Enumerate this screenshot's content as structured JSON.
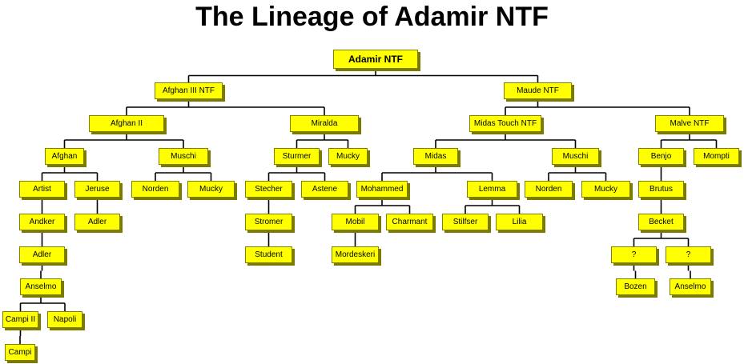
{
  "title": "The Lineage of Adamir NTF",
  "colors": {
    "box_fill": "#ffff00",
    "box_border": "#808000",
    "box_shadow": "#7a7a00",
    "lines": "#000000"
  },
  "tree": {
    "id": "adamir-ntf",
    "label": "Adamir NTF",
    "children": [
      {
        "id": "afghan-iii-ntf",
        "label": "Afghan III NTF",
        "children": [
          {
            "id": "afghan-ii",
            "label": "Afghan II",
            "children": [
              {
                "id": "afghan",
                "label": "Afghan",
                "children": [
                  {
                    "id": "artist",
                    "label": "Artist",
                    "children": [
                      {
                        "id": "andker",
                        "label": "Andker",
                        "children": [
                          {
                            "id": "adler-1",
                            "label": "Adler",
                            "children": [
                              {
                                "id": "anselmo-1",
                                "label": "Anselmo",
                                "children": [
                                  {
                                    "id": "campi-ii",
                                    "label": "Campi II",
                                    "children": [
                                      {
                                        "id": "campi",
                                        "label": "Campi",
                                        "children": []
                                      }
                                    ]
                                  },
                                  {
                                    "id": "napoli",
                                    "label": "Napoli",
                                    "children": []
                                  }
                                ]
                              }
                            ]
                          }
                        ]
                      }
                    ]
                  },
                  {
                    "id": "jeruse",
                    "label": "Jeruse",
                    "children": [
                      {
                        "id": "adler-2",
                        "label": "Adler",
                        "children": []
                      }
                    ]
                  }
                ]
              },
              {
                "id": "muschi-1",
                "label": "Muschi",
                "children": [
                  {
                    "id": "norden-1",
                    "label": "Norden",
                    "children": []
                  },
                  {
                    "id": "mucky-1",
                    "label": "Mucky",
                    "children": []
                  }
                ]
              }
            ]
          },
          {
            "id": "miralda",
            "label": "Miralda",
            "children": [
              {
                "id": "sturmer",
                "label": "Sturmer",
                "children": [
                  {
                    "id": "stecher",
                    "label": "Stecher",
                    "children": [
                      {
                        "id": "stromer",
                        "label": "Stromer",
                        "children": [
                          {
                            "id": "student",
                            "label": "Student",
                            "children": []
                          }
                        ]
                      }
                    ]
                  },
                  {
                    "id": "astene",
                    "label": "Astene",
                    "children": []
                  }
                ]
              },
              {
                "id": "mucky-2",
                "label": "Mucky",
                "children": []
              }
            ]
          }
        ]
      },
      {
        "id": "maude-ntf",
        "label": "Maude NTF",
        "children": [
          {
            "id": "midas-touch-ntf",
            "label": "Midas Touch NTF",
            "children": [
              {
                "id": "midas",
                "label": "Midas",
                "children": [
                  {
                    "id": "mohammed",
                    "label": "Mohammed",
                    "children": [
                      {
                        "id": "mobil",
                        "label": "Mobil",
                        "children": [
                          {
                            "id": "mordeskeri",
                            "label": "Mordeskeri",
                            "children": []
                          }
                        ]
                      },
                      {
                        "id": "charmant",
                        "label": "Charmant",
                        "children": []
                      }
                    ]
                  },
                  {
                    "id": "lemma",
                    "label": "Lemma",
                    "children": [
                      {
                        "id": "stilfser",
                        "label": "Stilfser",
                        "children": []
                      },
                      {
                        "id": "lilia",
                        "label": "Lilia",
                        "children": []
                      }
                    ]
                  }
                ]
              },
              {
                "id": "muschi-2",
                "label": "Muschi",
                "children": [
                  {
                    "id": "norden-2",
                    "label": "Norden",
                    "children": []
                  },
                  {
                    "id": "mucky-3",
                    "label": "Mucky",
                    "children": []
                  }
                ]
              }
            ]
          },
          {
            "id": "malve-ntf",
            "label": "Malve NTF",
            "children": [
              {
                "id": "benjo",
                "label": "Benjo",
                "children": [
                  {
                    "id": "brutus",
                    "label": "Brutus",
                    "children": [
                      {
                        "id": "becket",
                        "label": "Becket",
                        "children": [
                          {
                            "id": "unknown-1",
                            "label": "?",
                            "children": [
                              {
                                "id": "bozen",
                                "label": "Bozen",
                                "children": []
                              }
                            ]
                          },
                          {
                            "id": "unknown-2",
                            "label": "?",
                            "children": [
                              {
                                "id": "anselmo-2",
                                "label": "Anselmo",
                                "children": []
                              }
                            ]
                          }
                        ]
                      }
                    ]
                  }
                ]
              },
              {
                "id": "mompti",
                "label": "Mompti",
                "children": []
              }
            ]
          }
        ]
      }
    ]
  }
}
